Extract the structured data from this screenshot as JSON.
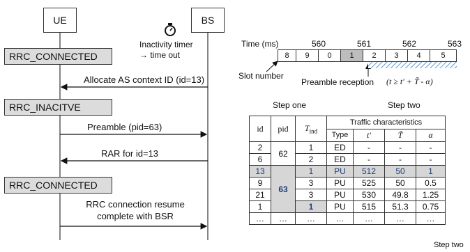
{
  "entities": {
    "ue": "UE",
    "bs": "BS"
  },
  "timer": {
    "line1": "Inactivity timer",
    "line2": "→ time out"
  },
  "states": {
    "connected1": "RRC_CONNECTED",
    "inactive": "RRC_INACITVE",
    "connected2": "RRC_CONNECTED"
  },
  "messages": {
    "allocate": "Allocate AS context ID (id=13)",
    "preamble": "Preamble (pid=63)",
    "rar": "RAR for id=13",
    "resume_line1": "RRC connection resume",
    "resume_line2": "complete with BSR"
  },
  "timeline": {
    "label": "Time (ms)",
    "ticks": [
      "560",
      "561",
      "562",
      "563"
    ],
    "slots": [
      "8",
      "9",
      "0",
      "1",
      "2",
      "3",
      "4",
      "5"
    ],
    "highlighted_slot": "1",
    "slot_number_label": "Slot number",
    "preamble_reception": "Preamble reception",
    "condition": "(t ≥ t′ + T̃ - α)"
  },
  "steps": {
    "step_one": "Step one",
    "step_two": "Step two",
    "step_two_bottom": "Step two"
  },
  "table": {
    "headers": {
      "id": "id",
      "pid": "pid",
      "tind": "T",
      "tind_sub": "ind",
      "traffic": "Traffic characteristics",
      "type": "Type",
      "tprime": "t′",
      "ttilde": "T̃",
      "alpha": "α"
    },
    "rows": [
      {
        "id": "2",
        "tind": "1",
        "type": "ED",
        "tp": "-",
        "tt": "-",
        "a": "-"
      },
      {
        "id": "6",
        "tind": "2",
        "type": "ED",
        "tp": "-",
        "tt": "-",
        "a": "-"
      },
      {
        "id": "13",
        "tind": "1",
        "type": "PU",
        "tp": "512",
        "tt": "50",
        "a": "1"
      },
      {
        "id": "9",
        "tind": "3",
        "type": "PU",
        "tp": "525",
        "tt": "50",
        "a": "0.5"
      },
      {
        "id": "21",
        "tind": "3",
        "type": "PU",
        "tp": "530",
        "tt": "49.8",
        "a": "1.25"
      },
      {
        "id": "1",
        "tind": "1",
        "type": "PU",
        "tp": "515",
        "tt": "51.3",
        "a": "0.75"
      },
      {
        "id": "…",
        "tind": "…",
        "type": "…",
        "tp": "…",
        "tt": "…",
        "a": "…"
      }
    ],
    "pid_group1": "62",
    "pid_group2": "63",
    "pid_last": "…"
  }
}
